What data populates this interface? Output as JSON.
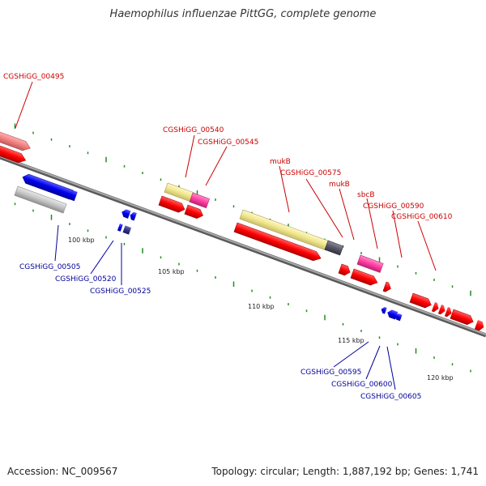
{
  "title": "Haemophilus influenzae PittGG, complete genome",
  "footer": {
    "accession": "Accession: NC_009567",
    "stats": "Topology: circular; Length: 1,887,192 bp; Genes: 1,741"
  },
  "scale_labels": [
    "100 kbp",
    "105 kbp",
    "110 kbp",
    "115 kbp",
    "120 kbp"
  ],
  "top_labels": [
    "CGSHiGG_00495",
    "CGSHiGG_00540",
    "CGSHiGG_00545",
    "mukB",
    "CGSHiGG_00575",
    "mukB",
    "sbcB",
    "CGSHiGG_00590",
    "CGSHiGG_00610"
  ],
  "bottom_labels": [
    "CGSHiGG_00505",
    "CGSHiGG_00520",
    "CGSHiGG_00525",
    "CGSHiGG_00595",
    "CGSHiGG_00600",
    "CGSHiGG_00605"
  ],
  "colors": {
    "backbone": "#808080",
    "cds_forward": "#ff0000",
    "cds_reverse": "#0000ee",
    "gene_yellow": "#f0e68c",
    "gene_pink": "#ff3fa0",
    "gene_grey": "#bdbdbd",
    "gene_dark": "#555566",
    "ticks": "#228b22",
    "label_top": "#cc0000",
    "label_bottom": "#000099"
  }
}
